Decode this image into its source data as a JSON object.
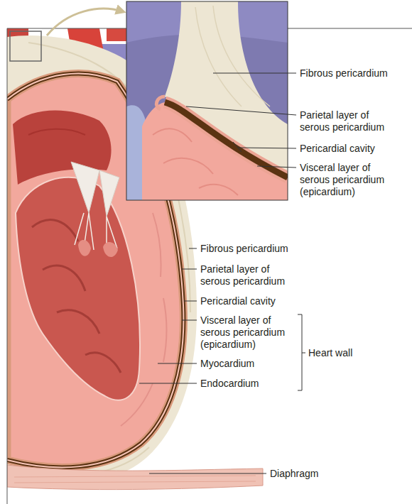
{
  "diagram": {
    "labels": [
      "Fibrous pericardium",
      "Parietal layer of serous pericardium",
      "Pericardial cavity",
      "Visceral layer of serous pericardium (epicardium)",
      "Fibrous pericardium",
      "Parietal layer of serous pericardium",
      "Pericardial cavity",
      "Visceral layer of serous pericardium (epicardium)",
      "Myocardium",
      "Endocardium",
      "Heart wall",
      "Diaphragm"
    ]
  }
}
